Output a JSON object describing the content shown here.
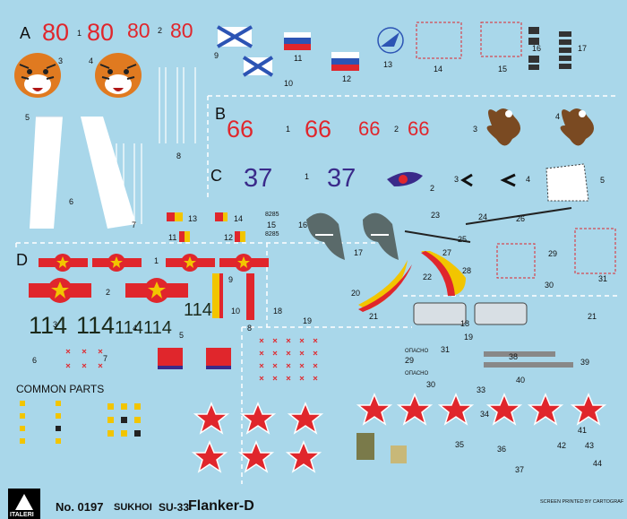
{
  "sections": {
    "a": "A",
    "b": "B",
    "c": "C",
    "d": "D"
  },
  "section_a": {
    "codes": [
      "80",
      "80",
      "80",
      "80"
    ],
    "labels": [
      "1",
      "2",
      "3",
      "4",
      "5",
      "6",
      "7",
      "8",
      "9",
      "10",
      "11",
      "12",
      "13",
      "14",
      "15",
      "16",
      "17"
    ]
  },
  "section_b": {
    "codes": [
      "66",
      "66",
      "66",
      "66"
    ],
    "labels": [
      "1",
      "2",
      "3",
      "4"
    ]
  },
  "section_c": {
    "codes": [
      "37",
      "37"
    ],
    "labels": [
      "1",
      "2",
      "3",
      "4",
      "5"
    ]
  },
  "section_d": {
    "codes": [
      "114",
      "114",
      "114",
      "114",
      "114"
    ],
    "labels": [
      "1",
      "2",
      "3",
      "4",
      "5",
      "6",
      "7",
      "8",
      "9",
      "10",
      "11",
      "12",
      "13",
      "14",
      "15",
      "16",
      "17",
      "18",
      "19",
      "20",
      "21",
      "22",
      "23",
      "24",
      "25",
      "26",
      "27",
      "28",
      "29",
      "30",
      "31"
    ],
    "small_text": [
      "8285",
      "8285"
    ]
  },
  "common_parts": {
    "title": "COMMON PARTS"
  },
  "right_side": {
    "labels": [
      "18",
      "19",
      "21",
      "29",
      "30",
      "31",
      "33",
      "34",
      "35",
      "36",
      "37",
      "38",
      "39",
      "40",
      "41",
      "42",
      "43",
      "44"
    ],
    "stencil_text": [
      "ОПАСНО",
      "ОПАСНО"
    ]
  },
  "footer": {
    "brand": "ITALERI",
    "number": "No. 0197",
    "title_prefix": "SUKHOI",
    "title_model": "SU-33",
    "title_name": "Flanker-D",
    "printer": "SCREEN PRINTED BY CARTOGRAF"
  },
  "colors": {
    "background": "#a9d7ea",
    "red": "#e0262c",
    "blue": "#3a2a8a",
    "yellow": "#f2c500",
    "black": "#111111"
  }
}
